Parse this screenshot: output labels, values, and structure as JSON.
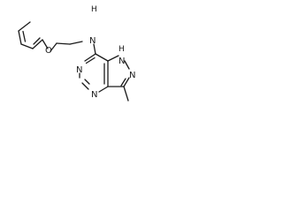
{
  "molecule": {
    "atoms": {
      "O": "O",
      "N_amine": "N",
      "H_amine": "H",
      "N_pyrazole_H": "N",
      "H_pyrazole": "H",
      "N_pyrazole": "N",
      "N_pyrimidine_top": "N",
      "N_pyrimidine_bottom": "N"
    }
  }
}
